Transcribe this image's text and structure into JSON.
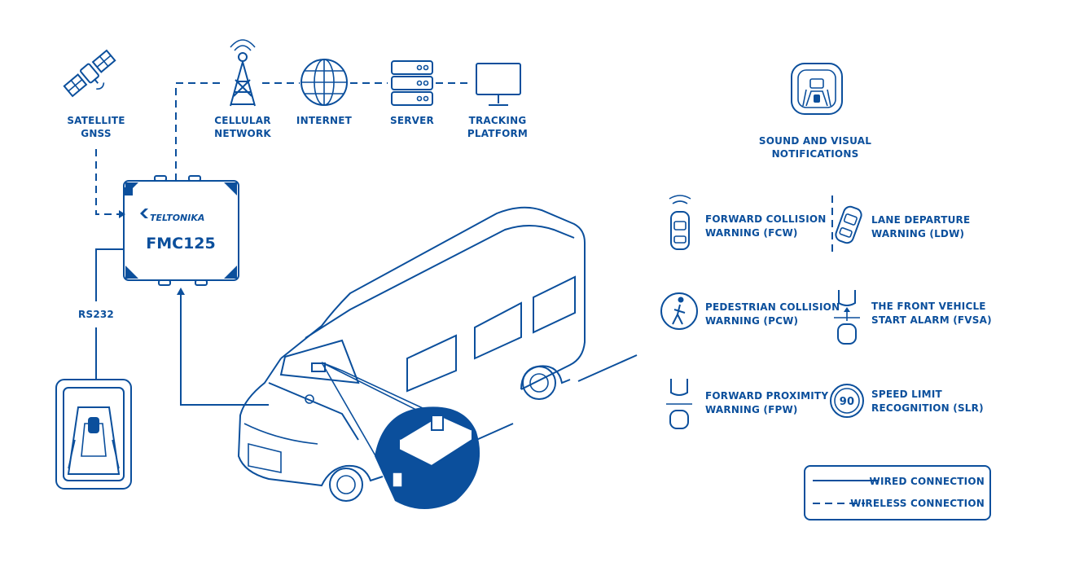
{
  "sources": {
    "satellite": [
      "SATELLITE",
      "GNSS"
    ],
    "cellular": [
      "CELLULAR",
      "NETWORK"
    ],
    "internet": "INTERNET",
    "server": "SERVER",
    "tracking": [
      "TRACKING",
      "PLATFORM"
    ]
  },
  "device": {
    "brand": "TELTONIKA",
    "model": "FMC125"
  },
  "rs232": "RS232",
  "notifications": [
    "SOUND AND VISUAL",
    "NOTIFICATIONS"
  ],
  "features": {
    "fcw": [
      "FORWARD COLLISION",
      "WARNING (FCW)"
    ],
    "ldw": [
      "LANE DEPARTURE",
      "WARNING (LDW)"
    ],
    "pcw": [
      "PEDESTRIAN COLLISION",
      "WARNING (PCW)"
    ],
    "fvsa": [
      "THE FRONT VEHICLE",
      "START ALARM (FVSA)"
    ],
    "fpw": [
      "FORWARD PROXIMITY",
      "WARNING (FPW)"
    ],
    "slr": [
      "SPEED LIMIT",
      "RECOGNITION (SLR)"
    ],
    "slr_sign": "90"
  },
  "legend": {
    "wired": "WIRED CONNECTION",
    "wireless": "WIRELESS CONNECTION"
  },
  "colors": {
    "primary": "#0b4f9c",
    "background": "#ffffff"
  }
}
